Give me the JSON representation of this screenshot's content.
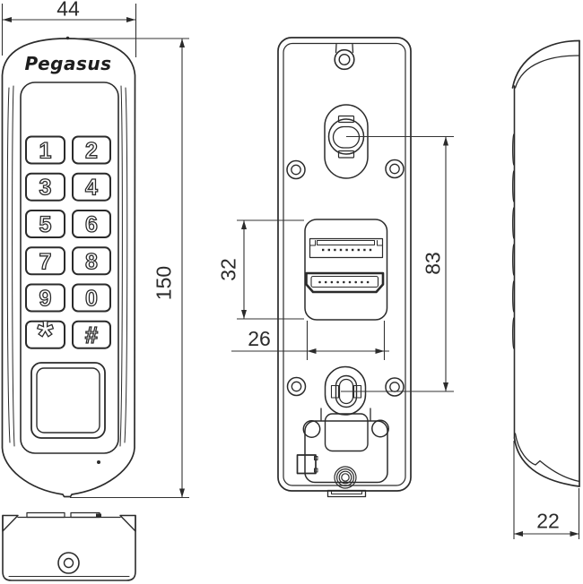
{
  "brand": {
    "logo": "Pegasus"
  },
  "keypad": {
    "keys": [
      "1",
      "2",
      "3",
      "4",
      "5",
      "6",
      "7",
      "8",
      "9",
      "0",
      "*",
      "#"
    ]
  },
  "dimensions": {
    "width_mm": "44",
    "height_mm": "150",
    "depth_mm": "22",
    "connector_height_mm": "32",
    "connector_width_mm": "26",
    "hole_spacing_mm": "83"
  },
  "colors": {
    "line": "#2b2b2b",
    "background": "#ffffff"
  }
}
